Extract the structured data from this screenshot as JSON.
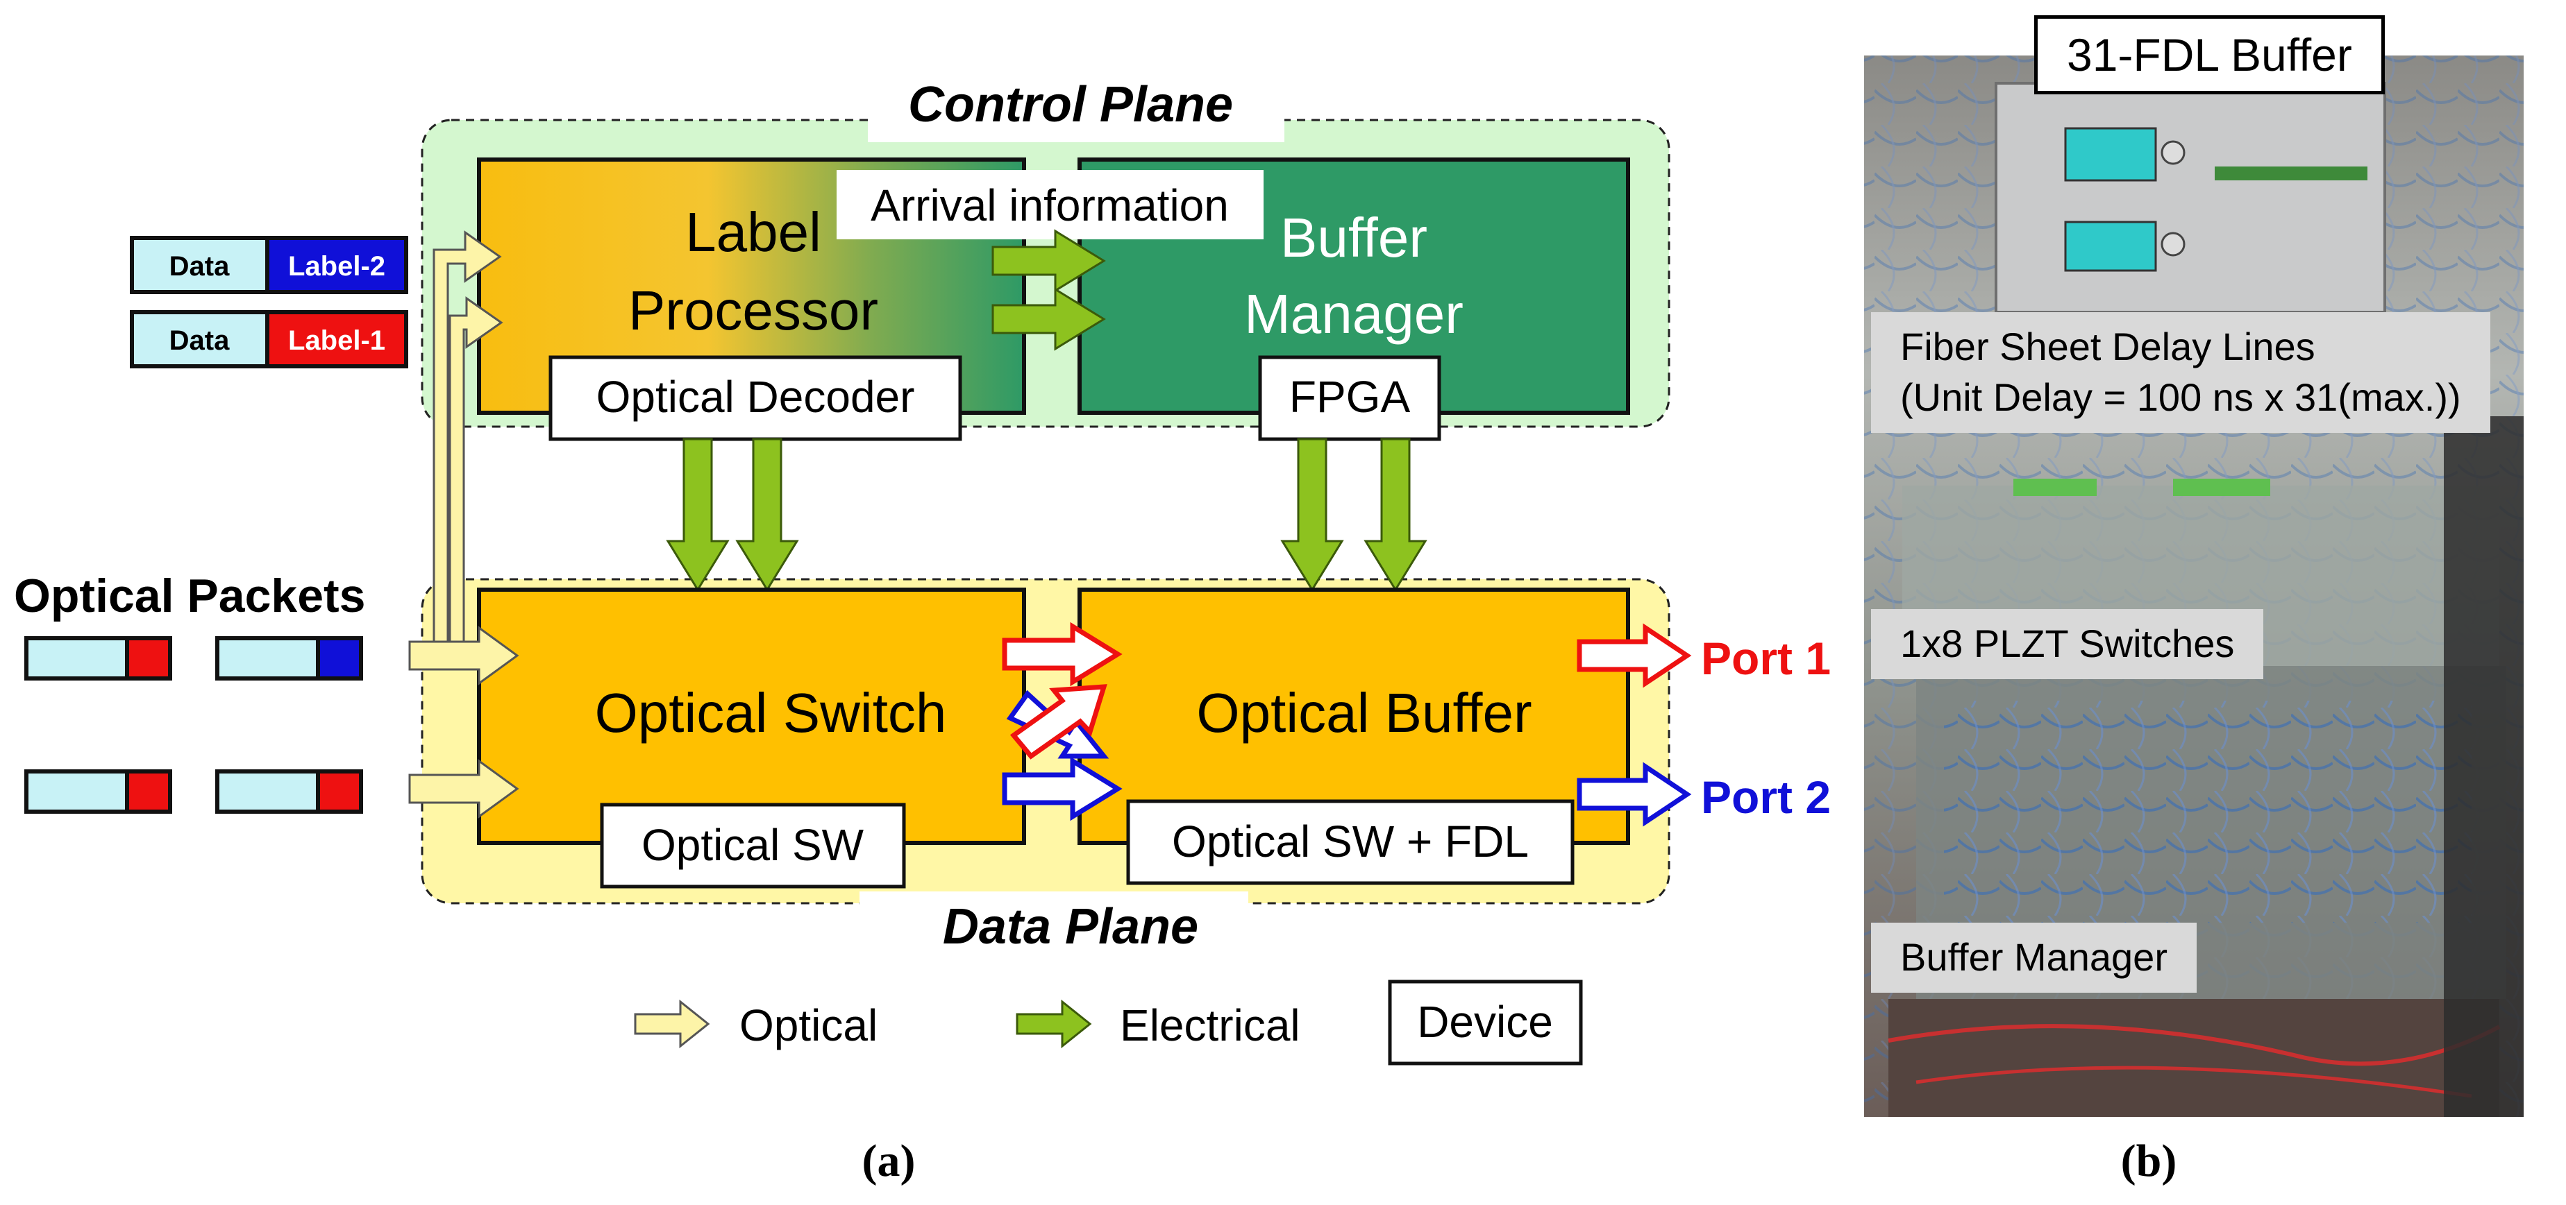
{
  "panel_a": {
    "control_plane": "Control Plane",
    "data_plane": "Data Plane",
    "label_processor_line1": "Label",
    "label_processor_line2": "Processor",
    "optical_decoder": "Optical Decoder",
    "buffer_manager_line1": "Buffer",
    "buffer_manager_line2": "Manager",
    "fpga": "FPGA",
    "arrival_information": "Arrival information",
    "optical_switch": "Optical Switch",
    "optical_sw": "Optical SW",
    "optical_buffer": "Optical Buffer",
    "optical_sw_fdl": "Optical SW + FDL",
    "optical_packets": "Optical Packets",
    "port1": "Port 1",
    "port2": "Port 2",
    "label_packets": [
      {
        "data": "Data",
        "label": "Label-2",
        "label_color": "#1010d8"
      },
      {
        "data": "Data",
        "label": "Label-1",
        "label_color": "#ee1111"
      }
    ],
    "packet_label_colors": [
      "#ee1111",
      "#1010d8",
      "#ee1111",
      "#ee1111"
    ],
    "legend": {
      "optical": "Optical",
      "electrical": "Electrical",
      "device": "Device"
    },
    "caption": "(a)"
  },
  "panel_b": {
    "title": "31-FDL Buffer",
    "fiber_line1": "Fiber Sheet Delay Lines",
    "fiber_line2": "(Unit Delay = 100 ns x 31(max.))",
    "plzt": "1x8 PLZT Switches",
    "buffer_manager": "Buffer Manager",
    "caption": "(b)"
  },
  "colors": {
    "control_plane_bg": "#d4f7cf",
    "data_plane_bg": "#fff7a6",
    "orange": "#ffc000",
    "green": "#2e9a66",
    "electrical_arrow": "#8dc21f",
    "optical_arrow": "#fdf4a8",
    "port1": "#ee1111",
    "port2": "#1010d8",
    "packet_fill": "#c8f2f6"
  }
}
